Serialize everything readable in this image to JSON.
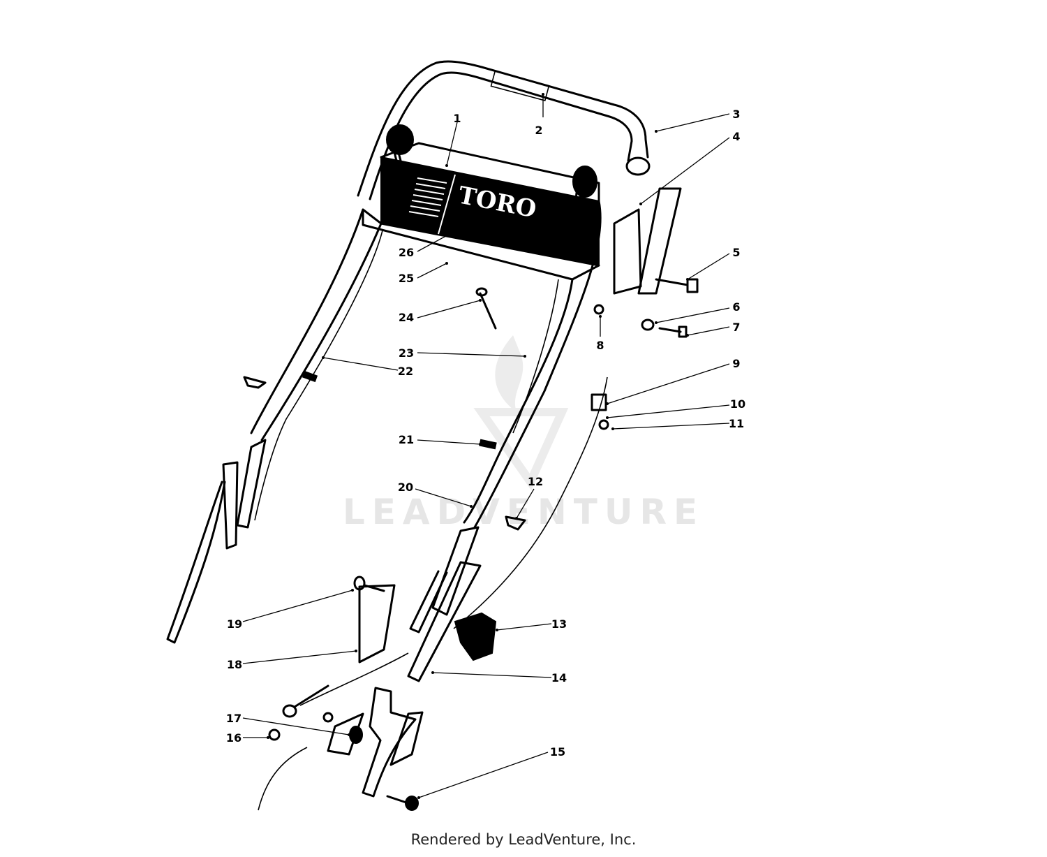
{
  "brand_panel_text": "TORO",
  "watermark": "LEADVENTURE",
  "footer": "Rendered by LeadVenture, Inc.",
  "part_labels": [
    "1",
    "2",
    "3",
    "4",
    "5",
    "6",
    "7",
    "8",
    "9",
    "10",
    "11",
    "12",
    "13",
    "14",
    "15",
    "16",
    "17",
    "18",
    "19",
    "20",
    "21",
    "22",
    "23",
    "24",
    "25",
    "26"
  ]
}
